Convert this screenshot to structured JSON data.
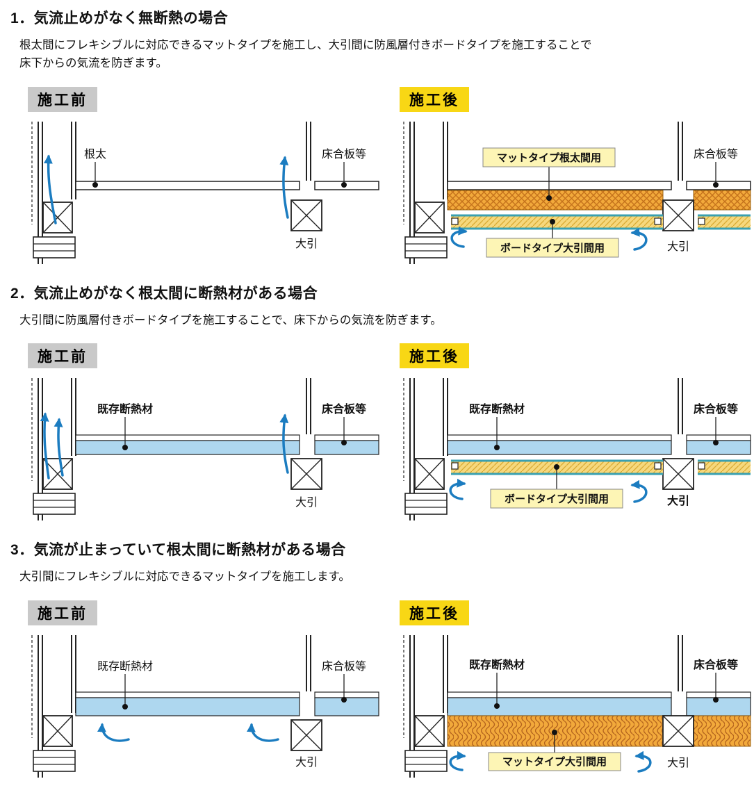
{
  "labels": {
    "before": "施工前",
    "after": "施工後"
  },
  "colors": {
    "before_tag_bg": "#c9c9c9",
    "after_tag_bg": "#f8d715",
    "callout_bg": "#fdf5b5",
    "arrow_blue": "#1b7cc0",
    "existing_insulation_blue": "#aed7ef",
    "mat_insulation_orange": "#f2a93b",
    "board_insulation_yellow": "#f6d87d",
    "board_windbreak_teal": "#3aa0b0"
  },
  "cases": [
    {
      "title": "1．気流止めがなく無断熱の場合",
      "description": "根太間にフレキシブルに対応できるマットタイプを施工し、大引間に防風層付きボードタイプを施工することで\n床下からの気流を防ぎます。",
      "before": {
        "joist": "根太",
        "floor_board": "床合板等",
        "girder": "大引"
      },
      "after": {
        "mat_callout": "マットタイプ根太間用",
        "floor_board": "床合板等",
        "board_callout": "ボードタイプ大引間用",
        "girder": "大引"
      }
    },
    {
      "title": "2．気流止めがなく根太間に断熱材がある場合",
      "description": "大引間に防風層付きボードタイプを施工することで、床下からの気流を防ぎます。",
      "before": {
        "existing_insulation": "既存断熱材",
        "floor_board": "床合板等",
        "girder": "大引"
      },
      "after": {
        "existing_insulation": "既存断熱材",
        "floor_board": "床合板等",
        "board_callout": "ボードタイプ大引間用",
        "girder": "大引"
      }
    },
    {
      "title": "3．気流が止まっていて根太間に断熱材がある場合",
      "description": "大引間にフレキシブルに対応できるマットタイプを施工します。",
      "before": {
        "existing_insulation": "既存断熱材",
        "floor_board": "床合板等",
        "girder": "大引"
      },
      "after": {
        "existing_insulation": "既存断熱材",
        "floor_board": "床合板等",
        "mat_callout": "マットタイプ大引間用",
        "girder": "大引"
      }
    }
  ]
}
